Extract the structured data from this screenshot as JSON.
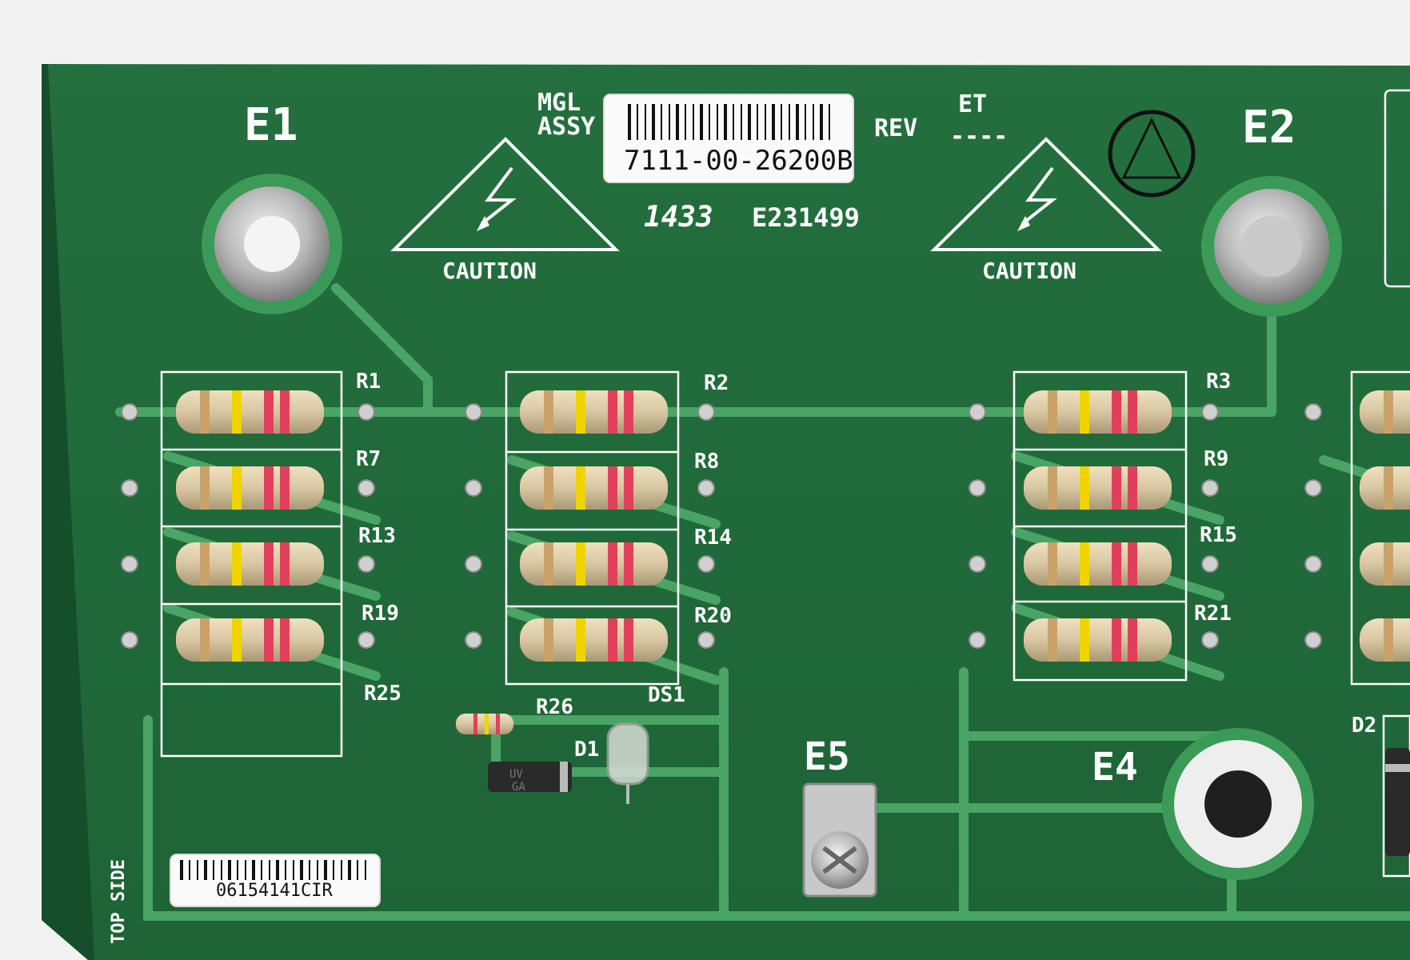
{
  "image": {
    "subject": "pcb",
    "colors": {
      "background": "#f4f4f4",
      "board": "#1f6b3a",
      "trace": "#4aa465",
      "silkscreen": "#ffffff",
      "resistor_body": "#d9c7a2",
      "band_yellow": "#f0d400",
      "band_red": "#e0405a"
    }
  },
  "pcb": {
    "header": {
      "mgl": "MGL",
      "assy": "ASSY",
      "rev_label": "REV",
      "rev_value": "----",
      "et": "ET",
      "lot_code": "1433",
      "ul_code": "E231499",
      "barcode_label": "7111-00-26200B",
      "suffix_digit": "0"
    },
    "caution_text": [
      "CAUTION",
      "CAUTION"
    ],
    "terminals": [
      "E1",
      "E2",
      "E4",
      "E5"
    ],
    "resistors": {
      "col1": [
        "R1",
        "R7",
        "R13",
        "R19",
        "R25"
      ],
      "col2": [
        "R2",
        "R8",
        "R14",
        "R20",
        "R26"
      ],
      "col3": [
        "R3",
        "R9",
        "R15",
        "R21"
      ]
    },
    "components": {
      "d1": "D1",
      "d2": "D2",
      "ds1": "DS1",
      "diode_marking_top": "UV",
      "diode_marking_bottom": "GA"
    },
    "side_label": "TOP SIDE",
    "serial_label": "06154141CIR"
  }
}
